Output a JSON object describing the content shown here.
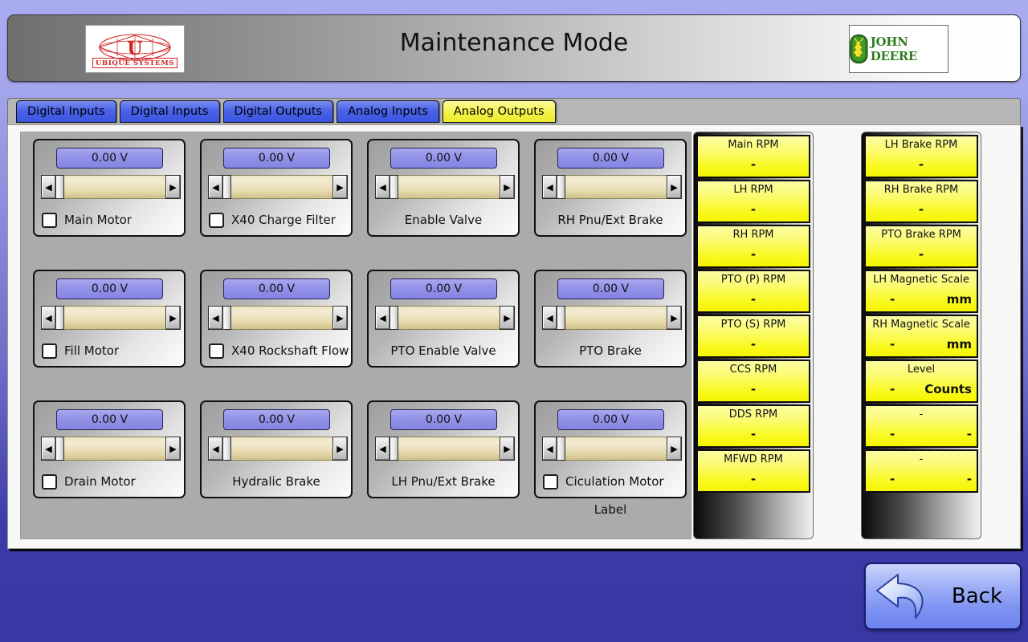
{
  "header": {
    "title": "Maintenance Mode",
    "left_logo_name": "UBIQUE SYSTEMS",
    "right_logo_name": "JOHN DEERE"
  },
  "tabs": [
    {
      "label": "Digital Inputs",
      "active": false
    },
    {
      "label": "Digital Inputs",
      "active": false
    },
    {
      "label": "Digital Outputs",
      "active": false
    },
    {
      "label": "Analog Inputs",
      "active": false
    },
    {
      "label": "Analog Outputs",
      "active": true
    }
  ],
  "outputs": [
    {
      "value": "0.00 V",
      "label": "Main Motor",
      "checkbox": true,
      "checked": false
    },
    {
      "value": "0.00 V",
      "label": "X40 Charge Filter",
      "checkbox": true,
      "checked": false
    },
    {
      "value": "0.00 V",
      "label": "Enable Valve",
      "checkbox": false,
      "checked": false
    },
    {
      "value": "0.00 V",
      "label": "RH Pnu/Ext Brake",
      "checkbox": false,
      "checked": false
    },
    {
      "value": "0.00 V",
      "label": "Fill Motor",
      "checkbox": true,
      "checked": false
    },
    {
      "value": "0.00 V",
      "label": "X40 Rockshaft Flow",
      "checkbox": true,
      "checked": false
    },
    {
      "value": "0.00 V",
      "label": "PTO Enable Valve",
      "checkbox": false,
      "checked": false
    },
    {
      "value": "0.00 V",
      "label": "PTO Brake",
      "checkbox": false,
      "checked": false
    },
    {
      "value": "0.00 V",
      "label": "Drain Motor",
      "checkbox": true,
      "checked": false
    },
    {
      "value": "0.00 V",
      "label": "Hydralic Brake",
      "checkbox": false,
      "checked": false
    },
    {
      "value": "0.00 V",
      "label": "LH Pnu/Ext Brake",
      "checkbox": false,
      "checked": false
    },
    {
      "value": "0.00 V",
      "label": "Ciculation Motor",
      "checkbox": true,
      "checked": false
    }
  ],
  "grid_footer_label": "Label",
  "readouts_left": [
    {
      "label": "Main RPM",
      "value": "-",
      "unit": ""
    },
    {
      "label": "LH RPM",
      "value": "-",
      "unit": ""
    },
    {
      "label": "RH RPM",
      "value": "-",
      "unit": ""
    },
    {
      "label": "PTO (P) RPM",
      "value": "-",
      "unit": ""
    },
    {
      "label": "PTO (S) RPM",
      "value": "-",
      "unit": ""
    },
    {
      "label": "CCS RPM",
      "value": "-",
      "unit": ""
    },
    {
      "label": "DDS RPM",
      "value": "-",
      "unit": ""
    },
    {
      "label": "MFWD RPM",
      "value": "-",
      "unit": ""
    }
  ],
  "readouts_right": [
    {
      "label": "LH Brake RPM",
      "value": "-",
      "unit": ""
    },
    {
      "label": "RH Brake RPM",
      "value": "-",
      "unit": ""
    },
    {
      "label": "PTO Brake RPM",
      "value": "-",
      "unit": ""
    },
    {
      "label": "LH Magnetic Scale",
      "value": "-",
      "unit": "mm"
    },
    {
      "label": "RH Magnetic Scale",
      "value": "-",
      "unit": "mm"
    },
    {
      "label": "Level",
      "value": "-",
      "unit": "Counts"
    },
    {
      "label": "-",
      "value": "-",
      "unit": "-"
    },
    {
      "label": "-",
      "value": "-",
      "unit": "-"
    }
  ],
  "back_button": {
    "label": "Back"
  },
  "slider": {
    "left_arrow": "◀",
    "right_arrow": "▶"
  },
  "colors": {
    "accent_blue": "#4a63e8",
    "active_tab_yellow": "#f2f24a",
    "readout_yellow": "#f9f920",
    "value_box_blue": "#9292e8",
    "slider_track": "#e5d9ac",
    "page_bg_top": "#a9abf0",
    "page_bg_bottom": "#3838a4",
    "jd_green": "#2e7d1e",
    "ubique_red": "#cf2222"
  }
}
